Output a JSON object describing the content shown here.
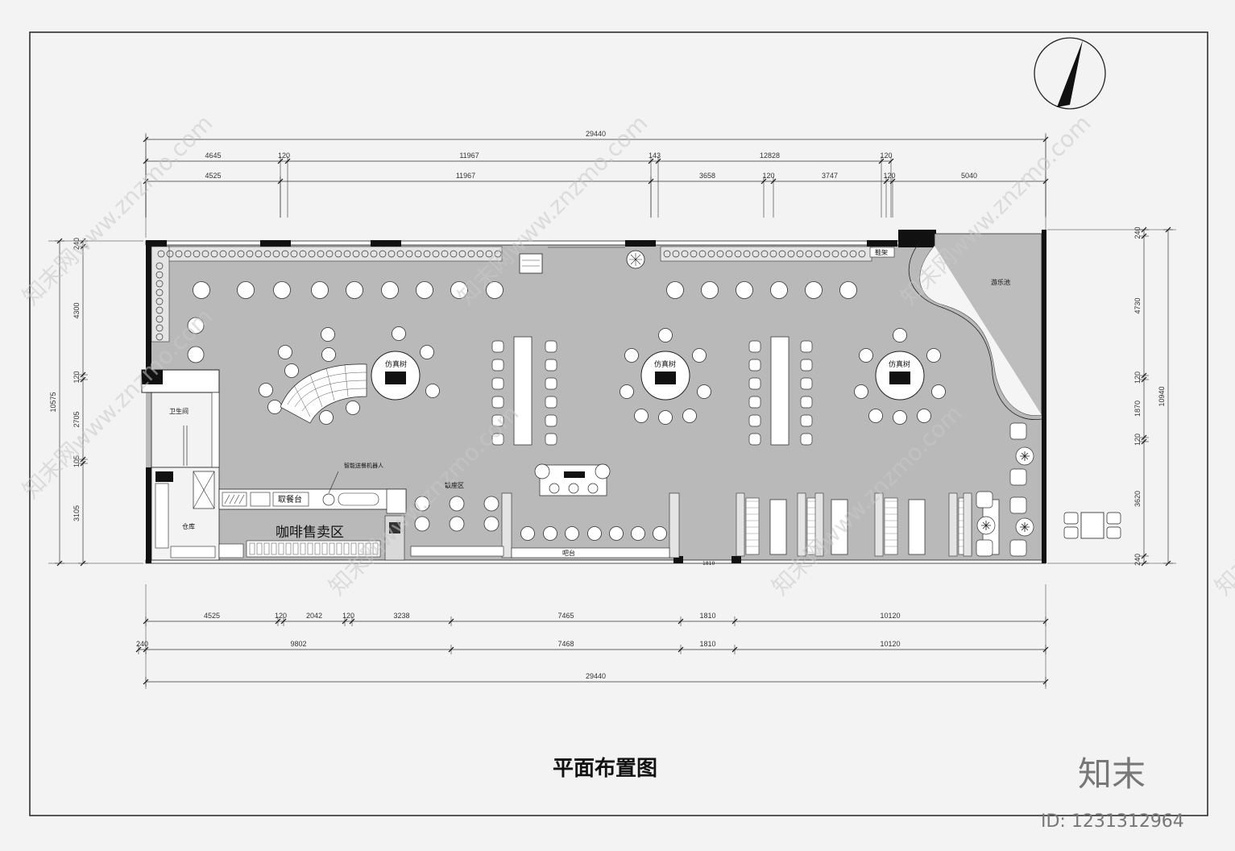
{
  "title": "平面布置图",
  "dimensions": {
    "top_total": "29440",
    "top_row1": [
      "4645",
      "120",
      "11967",
      "143",
      "12828",
      "120"
    ],
    "top_row2": [
      "4525",
      "11967",
      "3658",
      "120",
      "3747",
      "120",
      "5040"
    ],
    "bottom_row1": [
      "4525",
      "120",
      "2042",
      "120",
      "3238",
      "7465",
      "1810",
      "10120"
    ],
    "bottom_row2": [
      "240",
      "9802",
      "7468",
      "1810",
      "10120"
    ],
    "bottom_total": "29440",
    "left_total": "10575",
    "left_parts": [
      "240",
      "4300",
      "120",
      "2705",
      "105",
      "3105"
    ],
    "right_total": "10940",
    "right_parts": [
      "240",
      "4730",
      "120",
      "1870",
      "120",
      "3620",
      "240"
    ],
    "small_label": "1810"
  },
  "rooms": {
    "coffee_area": "咖啡售卖区",
    "pickup_counter": "取餐台",
    "toilet": "卫生间",
    "storage": "仓库",
    "bar": "吧台",
    "loose_seating": "散座区",
    "playground": "游乐池",
    "shelf": "鞋架",
    "robot": "智能送餐机器人",
    "tree1": "仿真树",
    "tree2": "仿真树",
    "tree3": "仿真树"
  },
  "watermark": {
    "logo": "知末",
    "id": "ID: 1231312964",
    "diagonal": "知末网www.znzmo.com"
  },
  "colors": {
    "floor": "#b9b9b9",
    "wall": "#111111",
    "paper": "#f3f3f3",
    "furniture": "#ffffff"
  }
}
